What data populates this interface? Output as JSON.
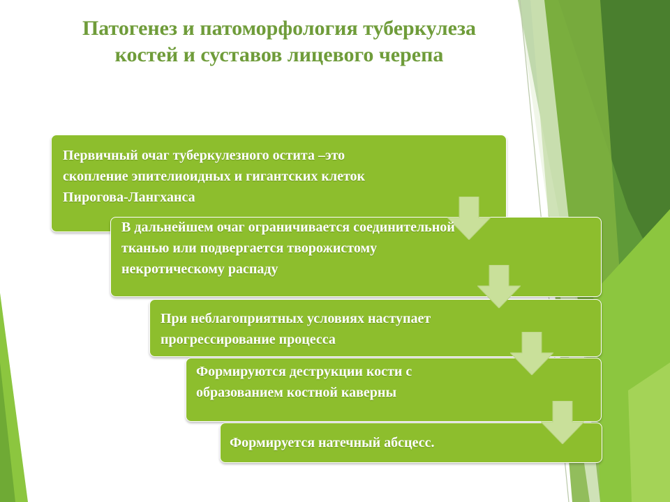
{
  "slide": {
    "title_line1": "Патогенез и патоморфология  туберкулеза",
    "title_line2": "костей и суставов лицевого черепа",
    "steps": [
      {
        "text": "Первичный очаг туберкулезного остита –это\nскопление эпителиоидных и гигантских клеток\nПирогова-Лангханса"
      },
      {
        "text": "В дальнейшем очаг ограничивается соединительной\nтканью или подвергается творожистому\nнекротическому распаду"
      },
      {
        "text": "При неблагоприятных условиях наступает\nпрогрессирование процесса"
      },
      {
        "text": "Формируются деструкции кости с\nобразованием костной каверны"
      },
      {
        "text": "Формируется натечный абсцесс."
      }
    ]
  },
  "colors": {
    "box_fill": "#8dbe2d",
    "title_color": "#6f9c3a",
    "arrow_fill": "#c9e09a",
    "decor_dark": "#4f8a32",
    "decor_light": "#8cc63f"
  }
}
